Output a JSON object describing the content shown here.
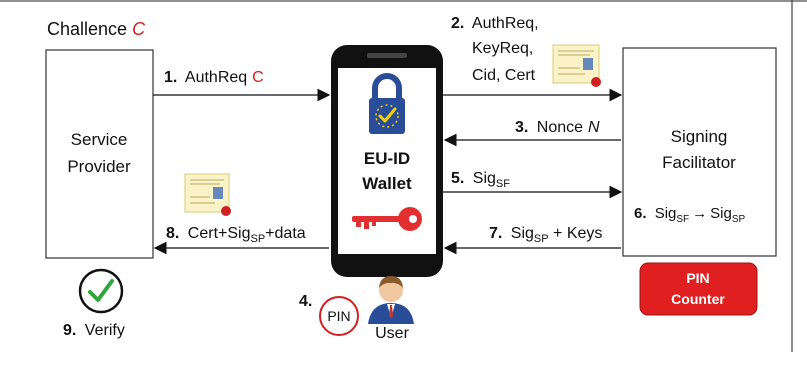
{
  "title": {
    "text": "Challence",
    "var": "C"
  },
  "entities": {
    "service_provider": {
      "line1": "Service",
      "line2": "Provider"
    },
    "wallet": {
      "line1": "EU-ID",
      "line2": "Wallet"
    },
    "signing_facilitator": {
      "line1": "Signing",
      "line2": "Facilitator"
    },
    "pin_counter": {
      "line1": "PIN",
      "line2": "Counter"
    },
    "user": {
      "label": "User"
    },
    "pin": {
      "label": "PIN"
    }
  },
  "steps": {
    "s1": {
      "num": "1.",
      "text": "AuthReq",
      "var": "C"
    },
    "s2": {
      "num": "2.",
      "line1": "AuthReq,",
      "line2": "KeyReq,",
      "line3": "Cid, Cert"
    },
    "s3": {
      "num": "3.",
      "text": "Nonce",
      "var": "N"
    },
    "s4": {
      "num": "4."
    },
    "s5": {
      "num": "5.",
      "text": "Sig",
      "sub": "SF"
    },
    "s6": {
      "num": "6.",
      "text1": "Sig",
      "sub1": "SF",
      "arrow": "→",
      "text2": "Sig",
      "sub2": "SP"
    },
    "s7": {
      "num": "7.",
      "text1": "Sig",
      "sub1": "SP",
      "text2": " + Keys"
    },
    "s8": {
      "num": "8.",
      "text1": "Cert+Sig",
      "sub1": "SP",
      "text2": "+data"
    },
    "s9": {
      "num": "9.",
      "text": "Verify"
    }
  },
  "colors": {
    "red": "#d11f1f",
    "pin_counter_bg": "#e02020",
    "wallet_body": "#111111",
    "lock": "#2a4d9a",
    "check": "#2fa63a",
    "key": "#e23030"
  },
  "icons": [
    "lock-icon",
    "key-icon",
    "check-icon",
    "user-icon",
    "certificate-icon"
  ]
}
